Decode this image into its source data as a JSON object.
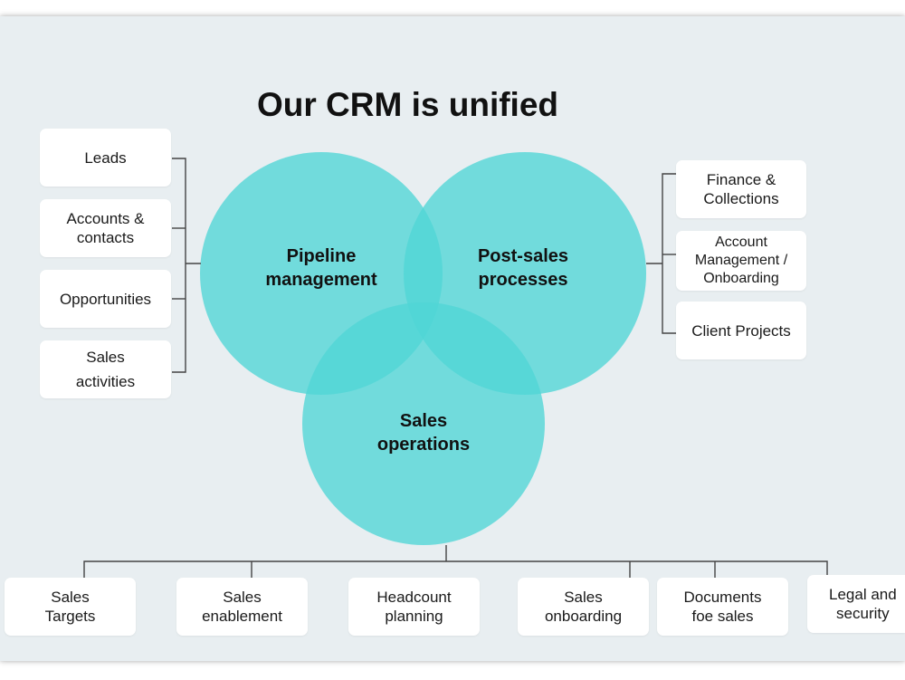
{
  "title": "Our CRM is unified",
  "colors": {
    "circle_fill": "#4fd6d6",
    "background": "#e8eef1",
    "box": "#ffffff",
    "connector": "#444444"
  },
  "circles": {
    "pipeline": "Pipeline\nmanagement",
    "post_sales": "Post-sales\nprocesses",
    "sales_ops": "Sales\noperations"
  },
  "left_items": [
    "Leads",
    "Accounts &\ncontacts",
    "Opportunities",
    "Sales\nactivities"
  ],
  "right_items": [
    "Finance &\nCollections",
    "Account\nManagement /\nOnboarding",
    "Client Projects"
  ],
  "bottom_items": [
    "Sales\nTargets",
    "Sales\nenablement",
    "Headcount\nplanning",
    "Sales\nonboarding",
    "Documents\nfoe sales",
    "Legal and\nsecurity"
  ]
}
